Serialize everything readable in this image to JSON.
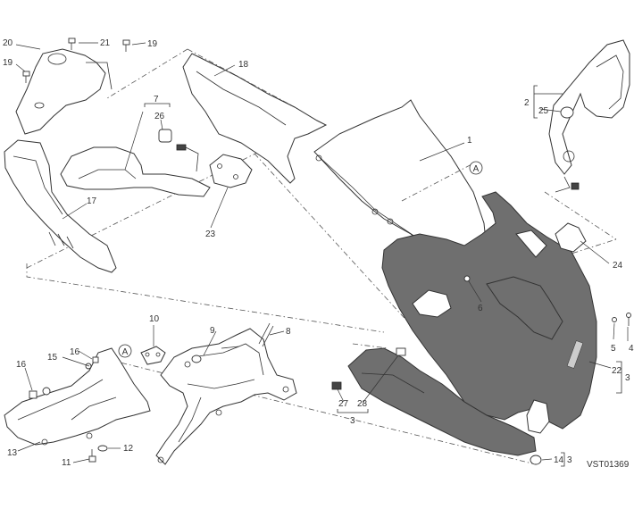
{
  "diagram_code": "VST01369",
  "callouts": [
    "1",
    "2",
    "3",
    "4",
    "5",
    "6",
    "7",
    "8",
    "9",
    "10",
    "11",
    "12",
    "13",
    "14",
    "15",
    "16",
    "17",
    "18",
    "19",
    "20",
    "21",
    "22",
    "23",
    "24",
    "25",
    "26",
    "27",
    "28"
  ],
  "detail_marker": "A",
  "colors": {
    "part_fill": "#ffffff",
    "fairing_grey": "#6f6f6f",
    "line": "#333333"
  }
}
